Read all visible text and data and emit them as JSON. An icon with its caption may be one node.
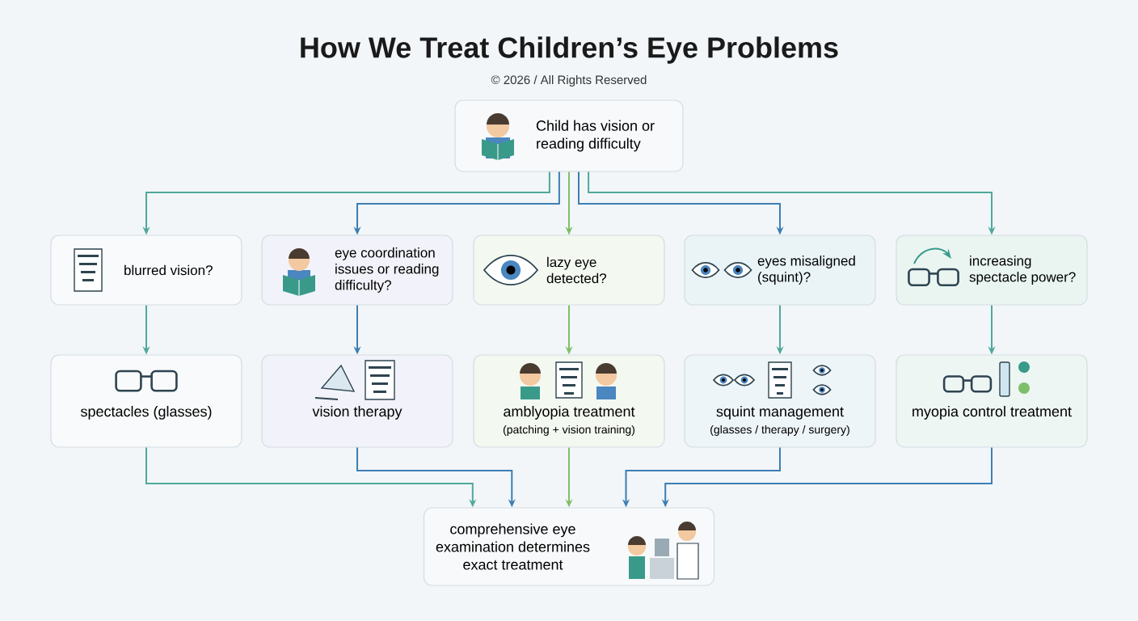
{
  "diagram": {
    "title": "How We Treat Children’s Eye Problems",
    "nodes": [
      {
        "text": [
          "Child has vision or reading difficulty"
        ]
      },
      {
        "text": [
          "blurred vision?"
        ]
      },
      {
        "text": [
          "eye coordination issues or reading difficulty?"
        ]
      },
      {
        "text": [
          "lazy eye detected?"
        ]
      },
      {
        "text": [
          "eyes misaligned (squint)?"
        ]
      },
      {
        "text": [
          "increasing spectacle power?"
        ]
      },
      {
        "text": [
          "spectacles (glasses)"
        ]
      },
      {
        "text": [
          "vision therapy"
        ]
      },
      {
        "text": [
          "amblyopia treatment",
          "(patching + vision training)"
        ]
      },
      {
        "text": [
          "squint management",
          "(glasses / therapy / surgery)"
        ]
      },
      {
        "text": [
          "myopia control treatment"
        ]
      },
      {
        "text": [
          "comprehensive eye examination determines exact treatment"
        ]
      }
    ],
    "edges": [
      {
        "from": 0,
        "to": 1,
        "arrow": "to",
        "color": "#4fa89c"
      },
      {
        "from": 0,
        "to": 2,
        "arrow": "to",
        "color": "#3d7eb5"
      },
      {
        "from": 0,
        "to": 3,
        "arrow": "to",
        "color": "#7fbf6a"
      },
      {
        "from": 0,
        "to": 4,
        "arrow": "to",
        "color": "#3d7eb5"
      },
      {
        "from": 0,
        "to": 5,
        "arrow": "to",
        "color": "#4fa89c"
      },
      {
        "from": 1,
        "to": 6,
        "arrow": "to",
        "color": "#4fa89c"
      },
      {
        "from": 2,
        "to": 7,
        "arrow": "to",
        "color": "#3d7eb5"
      },
      {
        "from": 3,
        "to": 8,
        "arrow": "to",
        "color": "#7fbf6a"
      },
      {
        "from": 4,
        "to": 9,
        "arrow": "to",
        "color": "#4fa89c"
      },
      {
        "from": 5,
        "to": 10,
        "arrow": "to",
        "color": "#4fa89c"
      },
      {
        "from": 6,
        "to": 11,
        "arrow": "to",
        "color": "#4fa89c"
      },
      {
        "from": 7,
        "to": 11,
        "arrow": "to",
        "color": "#3d7eb5"
      },
      {
        "from": 8,
        "to": 11,
        "arrow": "to",
        "color": "#7fbf6a"
      },
      {
        "from": 9,
        "to": 11,
        "arrow": "to",
        "color": "#3d7eb5"
      },
      {
        "from": 10,
        "to": 11,
        "arrow": "to",
        "color": "#3d7eb5"
      }
    ],
    "labels": [
      "© 2026 / All Rights Reserved"
    ]
  }
}
